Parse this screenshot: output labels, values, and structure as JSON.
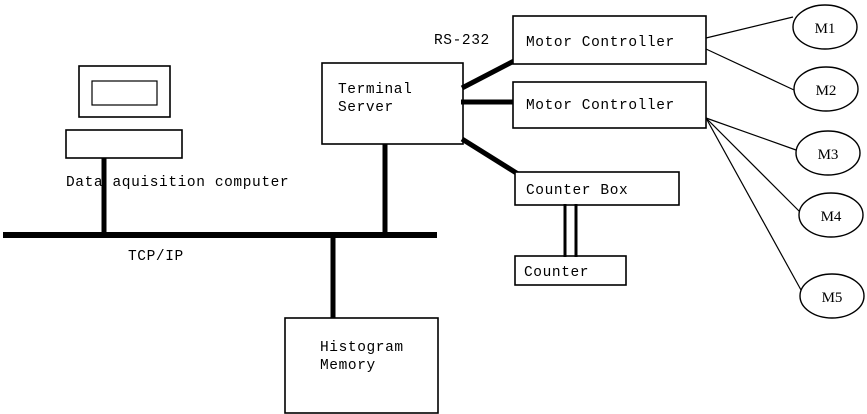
{
  "diagram": {
    "title": "Data acquisition system block diagram",
    "colors": {
      "background": "#ffffff",
      "stroke": "#000000",
      "fill": "#ffffff"
    },
    "nodes": {
      "monitor": {
        "label": ""
      },
      "computer_base": {
        "label": ""
      },
      "computer_caption": {
        "label": "Data aquisition computer"
      },
      "terminal_server": {
        "line1": "Terminal",
        "line2": "Server"
      },
      "motor_controller_1": {
        "label": "Motor Controller"
      },
      "motor_controller_2": {
        "label": "Motor Controller"
      },
      "counter_box": {
        "label": "Counter Box"
      },
      "counter": {
        "label": "Counter"
      },
      "histogram_memory": {
        "line1": "Histogram",
        "line2": "Memory"
      },
      "motors": [
        {
          "label": "M1"
        },
        {
          "label": "M2"
        },
        {
          "label": "M3"
        },
        {
          "label": "M4"
        },
        {
          "label": "M5"
        }
      ]
    },
    "link_labels": {
      "bus": "TCP/IP",
      "serial": "RS-232"
    }
  }
}
